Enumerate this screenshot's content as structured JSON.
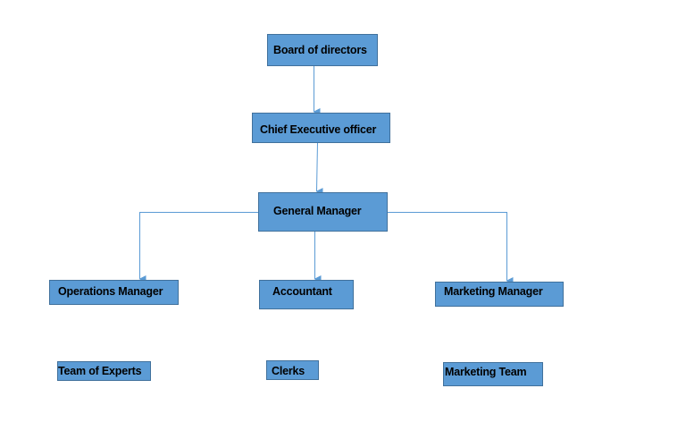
{
  "colors": {
    "box_fill": "#5b9bd5",
    "box_border": "#41719c",
    "connector": "#5b9bd5"
  },
  "nodes": {
    "board": "Board of directors",
    "ceo": "Chief Executive officer",
    "gm": "General Manager",
    "operations": "Operations Manager",
    "accountant": "Accountant",
    "marketing_manager": "Marketing Manager",
    "team_experts": "Team of Experts",
    "clerks": "Clerks",
    "marketing_team": "Marketing Team"
  },
  "edges": [
    [
      "board",
      "ceo"
    ],
    [
      "ceo",
      "gm"
    ],
    [
      "gm",
      "operations"
    ],
    [
      "gm",
      "accountant"
    ],
    [
      "gm",
      "marketing_manager"
    ]
  ]
}
